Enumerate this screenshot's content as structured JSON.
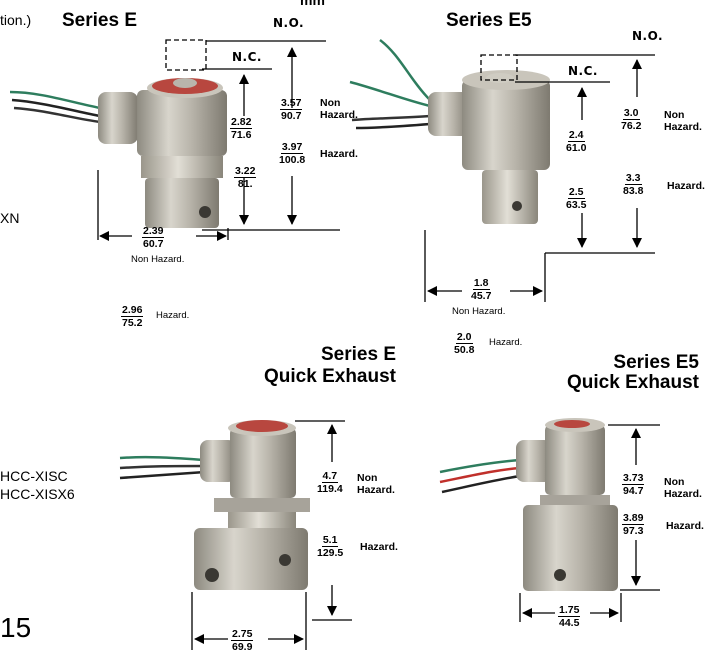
{
  "page": {
    "header_fragment": "mm",
    "left_edge_text_1": "tion.)",
    "left_edge_text_2": "XN",
    "left_edge_text_3": "HCC-XISC",
    "left_edge_text_4": "HCC-XISX6",
    "page_number": "15"
  },
  "series_e": {
    "title": "Series E",
    "no_label": "N.O.",
    "nc_label": "N.C.",
    "dims": [
      {
        "top": "2.82",
        "bottom": "71.6"
      },
      {
        "top": "3.57",
        "bottom": "90.7",
        "note": "Non Hazard."
      },
      {
        "top": "3.97",
        "bottom": "100.8",
        "note": "Hazard."
      },
      {
        "top": "3.22",
        "bottom": "81."
      }
    ],
    "width_non": {
      "top": "2.39",
      "bottom": "60.7",
      "note": "Non Hazard."
    },
    "width_haz": {
      "top": "2.96",
      "bottom": "75.2",
      "note": "Hazard."
    }
  },
  "series_e5": {
    "title": "Series E5",
    "no_label": "N.O.",
    "nc_label": "N.C.",
    "dims": [
      {
        "top": "2.4",
        "bottom": "61.0"
      },
      {
        "top": "3.0",
        "bottom": "76.2",
        "note": "Non Hazard."
      },
      {
        "top": "3.3",
        "bottom": "83.8",
        "note": "Hazard."
      },
      {
        "top": "2.5",
        "bottom": "63.5"
      }
    ],
    "width_non": {
      "top": "1.8",
      "bottom": "45.7",
      "note": "Non Hazard."
    },
    "width_haz": {
      "top": "2.0",
      "bottom": "50.8",
      "note": "Hazard."
    }
  },
  "series_e_qe": {
    "title_1": "Series E",
    "title_2": "Quick Exhaust",
    "dims": [
      {
        "top": "4.7",
        "bottom": "119.4",
        "note": "Non Hazard."
      },
      {
        "top": "5.1",
        "bottom": "129.5",
        "note": "Hazard."
      }
    ],
    "width": {
      "top": "2.75",
      "bottom": "69.9"
    }
  },
  "series_e5_qe": {
    "title_1": "Series E5",
    "title_2": "Quick Exhaust",
    "dims": [
      {
        "top": "3.73",
        "bottom": "94.7",
        "note": "Non Hazard."
      },
      {
        "top": "3.89",
        "bottom": "97.3",
        "note": "Hazard."
      }
    ],
    "width": {
      "top": "1.75",
      "bottom": "44.5"
    }
  }
}
